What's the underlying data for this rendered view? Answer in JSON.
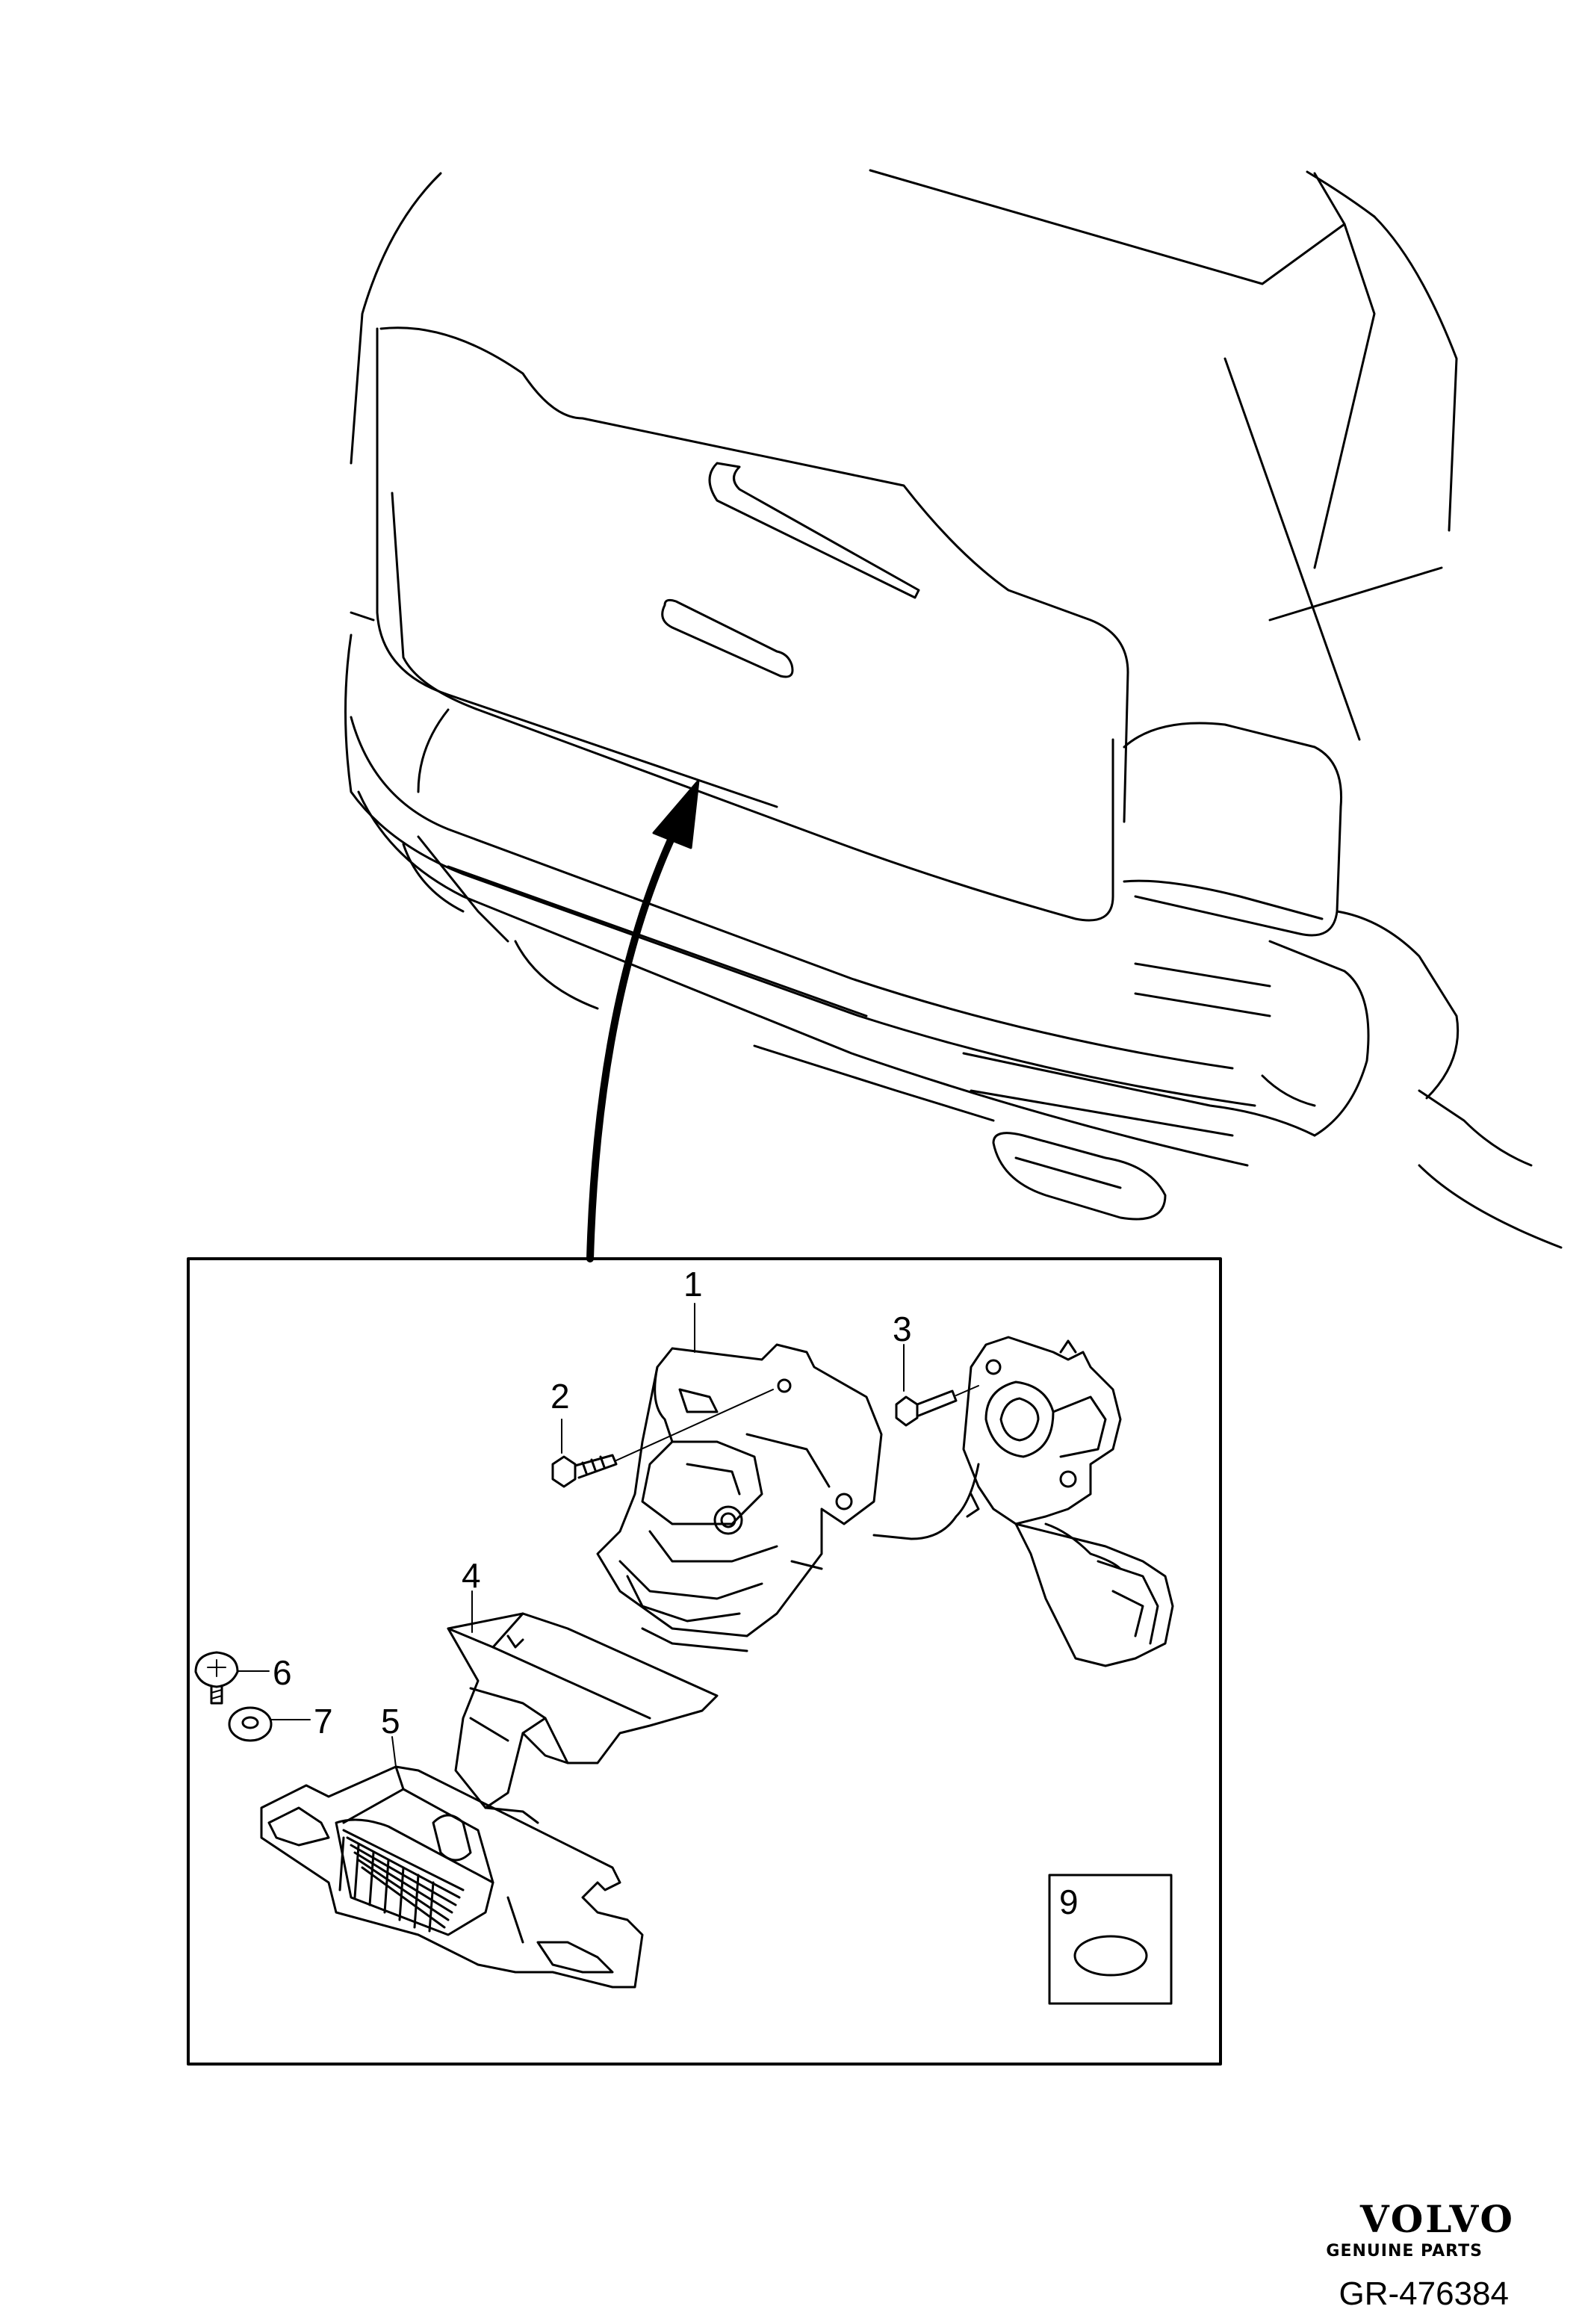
{
  "diagram": {
    "callouts": [
      {
        "id": "1",
        "label": "1"
      },
      {
        "id": "2",
        "label": "2"
      },
      {
        "id": "3",
        "label": "3"
      },
      {
        "id": "4",
        "label": "4"
      },
      {
        "id": "5",
        "label": "5"
      },
      {
        "id": "6",
        "label": "6"
      },
      {
        "id": "7",
        "label": "7"
      },
      {
        "id": "9",
        "label": "9"
      }
    ]
  },
  "footer": {
    "brand": "VOLVO",
    "tagline": "GENUINE PARTS",
    "reference": "GR-476384"
  },
  "colors": {
    "line": "#000000",
    "background": "#ffffff"
  }
}
